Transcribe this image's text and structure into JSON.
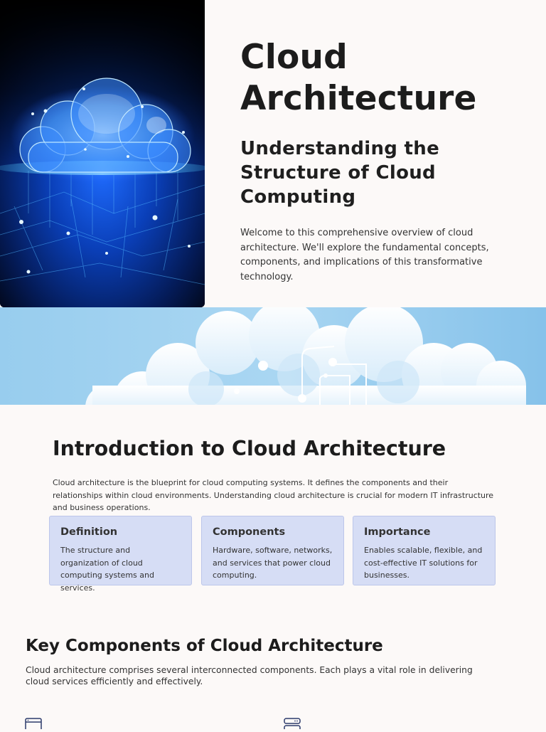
{
  "hero": {
    "title": "Cloud Architecture",
    "subtitle": "Understanding the Structure of Cloud Computing",
    "description": "Welcome to this comprehensive overview of cloud architecture. We'll explore the fundamental concepts, components, and implications of this transformative technology.",
    "image_colors": {
      "background": "#000000",
      "glow": "#2e8bff",
      "cloud": "#8fd2ff"
    }
  },
  "banner": {
    "colors": {
      "sky": "#8ec8ec",
      "cloud": "#ffffff"
    }
  },
  "intro": {
    "title": "Introduction to Cloud Architecture",
    "description": "Cloud architecture is the blueprint for cloud computing systems. It defines the components and their relationships within cloud environments. Understanding cloud architecture is crucial for modern IT infrastructure and business operations.",
    "cards": [
      {
        "title": "Definition",
        "body": "The structure and organization of cloud computing systems and services."
      },
      {
        "title": "Components",
        "body": "Hardware, software, networks, and services that power cloud computing."
      },
      {
        "title": "Importance",
        "body": "Enables scalable, flexible, and cost-effective IT solutions for businesses."
      }
    ],
    "card_color": "#d6ddf5"
  },
  "key_components": {
    "title": "Key Components of Cloud Architecture",
    "description": "Cloud architecture comprises several interconnected components. Each plays a vital role in delivering cloud services efficiently and effectively.",
    "icons": [
      "browser-window-icon",
      "server-icon"
    ]
  }
}
